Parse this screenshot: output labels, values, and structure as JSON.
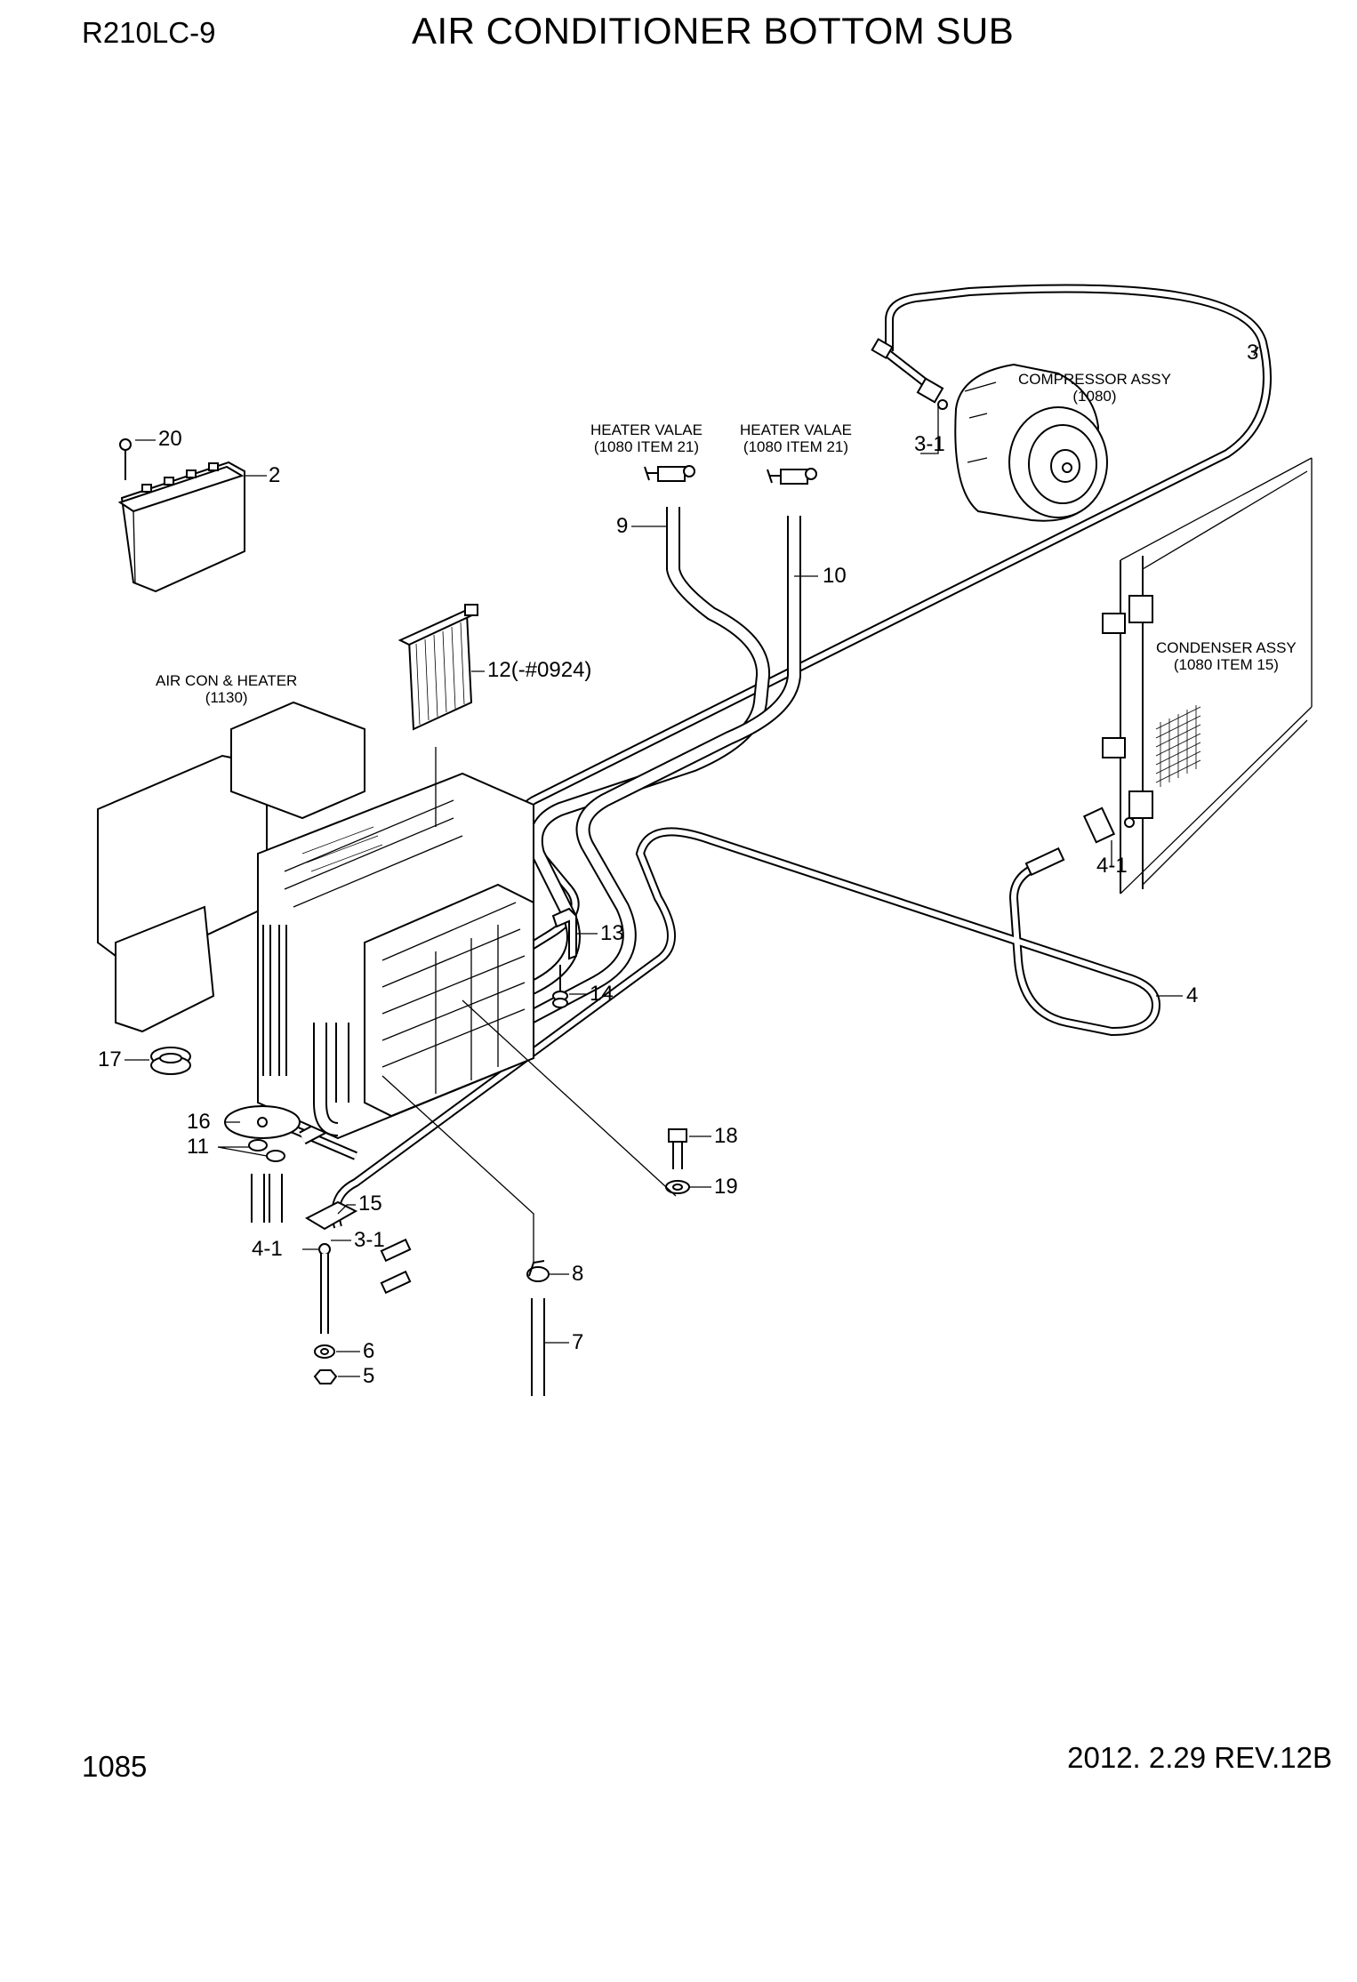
{
  "header": {
    "model": "R210LC-9",
    "title": "AIR CONDITIONER BOTTOM SUB"
  },
  "footer": {
    "page_number": "1085",
    "revision": "2012. 2.29  REV.12B"
  },
  "reference_labels": {
    "compressor": [
      "COMPRESSOR ASSY",
      "(1080)"
    ],
    "heater_valve_left": [
      "HEATER VALAE",
      "(1080 ITEM 21)"
    ],
    "heater_valve_right": [
      "HEATER VALAE",
      "(1080 ITEM 21)"
    ],
    "condenser": [
      "CONDENSER ASSY",
      "(1080 ITEM 15)"
    ],
    "air_con_heater": [
      "AIR CON & HEATER",
      "(1130)"
    ]
  },
  "callouts": {
    "c20": "20",
    "c2": "2",
    "c3": "3",
    "c3_1_top": "3-1",
    "c9": "9",
    "c10": "10",
    "c12": "12(-#0924)",
    "c4_1_right": "4-1",
    "c4": "4",
    "c13": "13",
    "c14": "14",
    "c17": "17",
    "c16": "16",
    "c11": "11",
    "c18": "18",
    "c19": "19",
    "c15": "15",
    "c3_1_bottom": "3-1",
    "c4_1_bottom": "4-1",
    "c8": "8",
    "c7": "7",
    "c6": "6",
    "c5": "5"
  }
}
